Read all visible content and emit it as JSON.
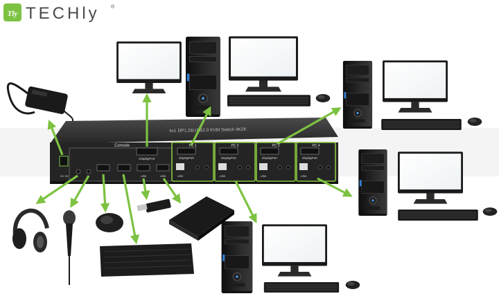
{
  "brand": {
    "name": "TECHly",
    "badge": "Tly",
    "registered": "®",
    "accent_color": "#7dc242"
  },
  "switch": {
    "model_text": "4x1 DP1.2&USB2.0 KVM Switch 4K2K",
    "console_label": "Console",
    "displayport_label": "DisplayPort",
    "dc_label": "DC 5V",
    "usb_label": "USB",
    "pc_ports": [
      {
        "label": "PC 1",
        "displayport": "DisplayPort",
        "usb": "USB"
      },
      {
        "label": "PC 2",
        "displayport": "DisplayPort",
        "usb": "USB"
      },
      {
        "label": "PC 3",
        "displayport": "DisplayPort",
        "usb": "USB"
      },
      {
        "label": "PC 4",
        "displayport": "DisplayPort",
        "usb": "USB"
      }
    ],
    "body_color": "#2b2b2b",
    "highlight_color": "#8cc63f"
  },
  "peripherals": [
    {
      "name": "power-adapter"
    },
    {
      "name": "headphones"
    },
    {
      "name": "microphone"
    },
    {
      "name": "mouse"
    },
    {
      "name": "keyboard"
    },
    {
      "name": "usb-flash-drive"
    },
    {
      "name": "external-hard-drive"
    },
    {
      "name": "console-monitor"
    }
  ],
  "computers": [
    {
      "name": "pc-1"
    },
    {
      "name": "pc-2"
    },
    {
      "name": "pc-3"
    },
    {
      "name": "pc-4"
    }
  ]
}
